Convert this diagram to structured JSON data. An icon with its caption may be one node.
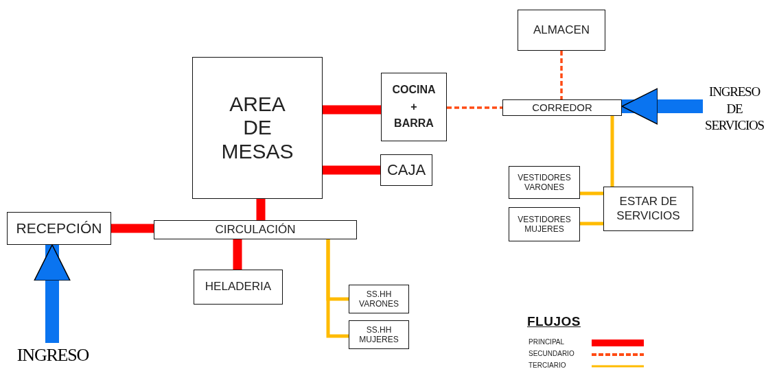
{
  "diagram": {
    "nodes": [
      {
        "text": [
          "AREA DE MESAS"
        ]
      },
      {
        "text": [
          "COCINA + BARRA"
        ]
      },
      {
        "text": [
          "CAJA"
        ]
      },
      {
        "text": [
          "ALMACEN"
        ]
      },
      {
        "text": [
          "CORREDOR"
        ]
      },
      {
        "text": [
          "INGRESO DE SERVICIOS"
        ]
      },
      {
        "text": [
          "VESTIDORES VARONES"
        ]
      },
      {
        "text": [
          "VESTIDORES MUJERES"
        ]
      },
      {
        "text": [
          "ESTAR DE SERVICIOS"
        ]
      },
      {
        "text": [
          "RECEPCIÓN"
        ]
      },
      {
        "text": [
          "CIRCULACIÓN"
        ]
      },
      {
        "text": [
          "HELADERIA"
        ]
      },
      {
        "text": [
          "SS.HH VARONES"
        ]
      },
      {
        "text": [
          "SS.HH MUJERES"
        ]
      },
      {
        "text": [
          "INGRESO"
        ]
      }
    ],
    "edges": [
      {
        "from": 0,
        "to": 1,
        "arrow": "none",
        "style": "thick",
        "color": "#ff0000"
      },
      {
        "from": 0,
        "to": 2,
        "arrow": "none",
        "style": "thick",
        "color": "#ff0000"
      },
      {
        "from": 1,
        "to": 4,
        "arrow": "none",
        "style": "dashed",
        "color": "#ff4b14"
      },
      {
        "from": 3,
        "to": 4,
        "arrow": "none",
        "style": "dashed",
        "color": "#ff4b14"
      },
      {
        "from": 5,
        "to": 4,
        "arrow": "to",
        "style": "thick",
        "color": "#0a74f0"
      },
      {
        "from": 4,
        "to": 8,
        "arrow": "none",
        "color": "#ffbb00"
      },
      {
        "from": 6,
        "to": 8,
        "arrow": "none",
        "color": "#ffbb00"
      },
      {
        "from": 7,
        "to": 8,
        "arrow": "none",
        "color": "#ffbb00"
      },
      {
        "from": 0,
        "to": 10,
        "arrow": "none",
        "style": "thick",
        "color": "#ff0000"
      },
      {
        "from": 9,
        "to": 10,
        "arrow": "none",
        "style": "thick",
        "color": "#ff0000"
      },
      {
        "from": 10,
        "to": 11,
        "arrow": "none",
        "style": "thick",
        "color": "#ff0000"
      },
      {
        "from": 10,
        "to": 12,
        "arrow": "none",
        "color": "#ffbb00"
      },
      {
        "from": 10,
        "to": 13,
        "arrow": "none",
        "color": "#ffbb00"
      },
      {
        "from": 14,
        "to": 9,
        "arrow": "to",
        "style": "thick",
        "color": "#0a74f0"
      }
    ],
    "labels": [
      "FLUJOS"
    ],
    "legend": [
      {
        "text": "PRINCIPAL"
      },
      {
        "text": "SECUNDARIO"
      },
      {
        "text": "TERCIARIO"
      }
    ]
  }
}
